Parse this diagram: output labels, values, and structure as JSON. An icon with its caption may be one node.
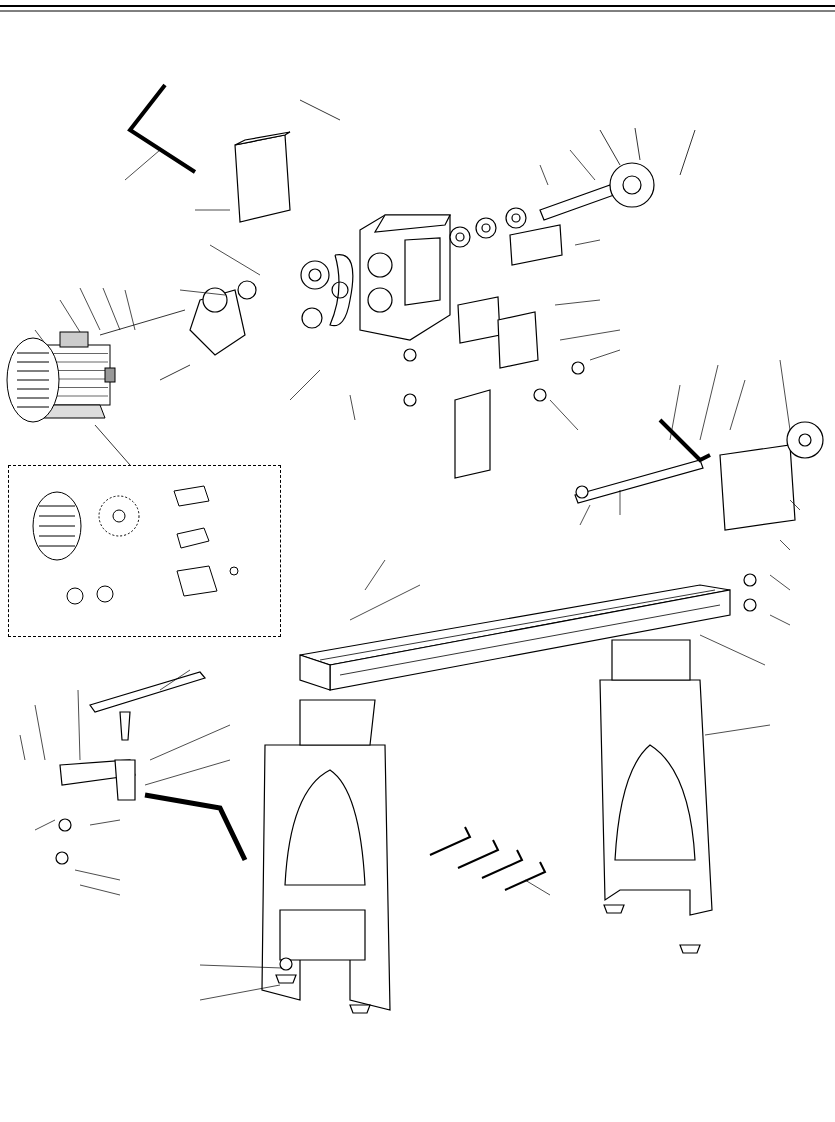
{
  "diagram": {
    "nodes": [
      {
        "text": [],
        "shape": "picture"
      },
      {
        "text": [],
        "shape": "box"
      }
    ],
    "edges": [
      {
        "from": 0,
        "to": 1,
        "arrow": "none"
      }
    ]
  }
}
